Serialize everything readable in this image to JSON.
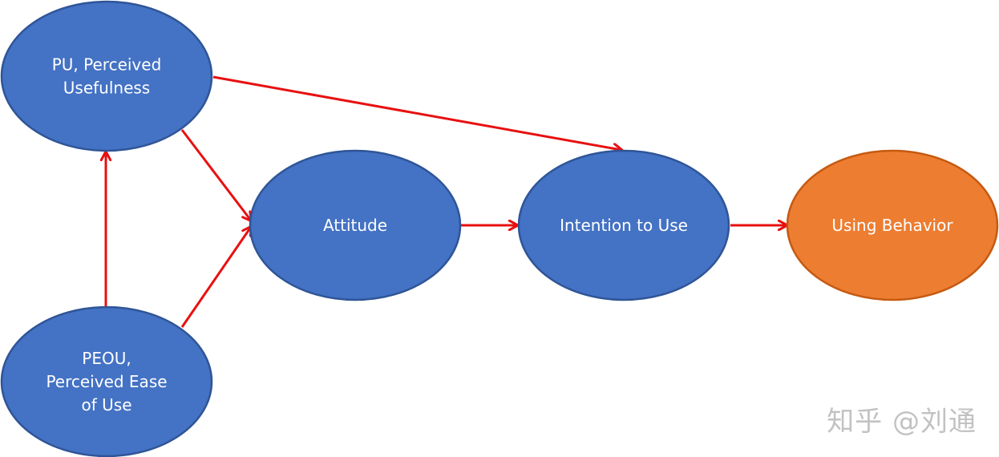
{
  "nodes": [
    {
      "id": "pu",
      "lines": [
        "PU,  Perceived",
        "Usefulness"
      ],
      "fill": "#4472c4",
      "stroke": "#2f5597"
    },
    {
      "id": "peou",
      "lines": [
        "PEOU,",
        "Perceived Ease",
        "of Use"
      ],
      "fill": "#4472c4",
      "stroke": "#2f5597"
    },
    {
      "id": "attitude",
      "lines": [
        "Attitude"
      ],
      "fill": "#4472c4",
      "stroke": "#2f5597"
    },
    {
      "id": "intention",
      "lines": [
        "Intention to Use"
      ],
      "fill": "#4472c4",
      "stroke": "#2f5597"
    },
    {
      "id": "behavior",
      "lines": [
        "Using Behavior"
      ],
      "fill": "#ed7d31",
      "stroke": "#c55a11"
    }
  ],
  "edges": [
    {
      "from": "peou",
      "to": "pu"
    },
    {
      "from": "pu",
      "to": "attitude"
    },
    {
      "from": "peou",
      "to": "attitude"
    },
    {
      "from": "pu",
      "to": "intention"
    },
    {
      "from": "attitude",
      "to": "intention"
    },
    {
      "from": "intention",
      "to": "behavior"
    }
  ],
  "arrow_color": "#e81010",
  "watermark": "知乎 @刘通"
}
